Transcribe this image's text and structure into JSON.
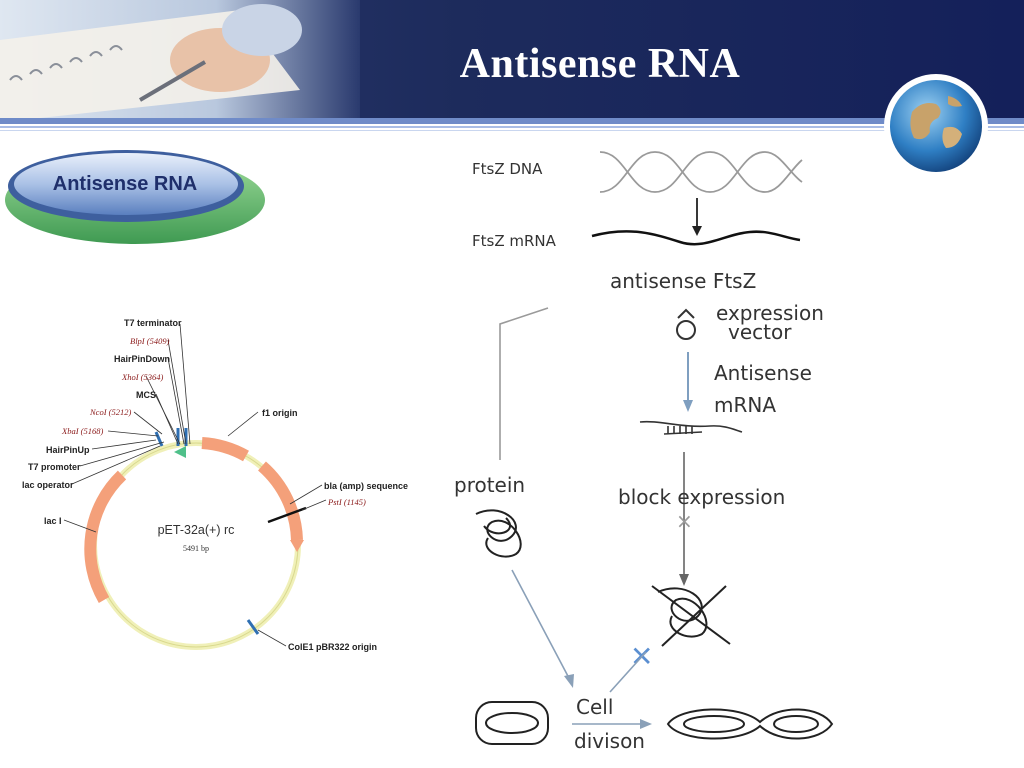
{
  "slide": {
    "title": "Antisense RNA",
    "badge_label": "Antisense RNA"
  },
  "plasmid": {
    "name": "pET-32a(+) rc",
    "size": "5491 bp",
    "labels": {
      "t7_terminator": "T7 terminator",
      "blpi": "BlpI (5409)",
      "hairpin_down": "HairPinDown",
      "xhoi": "XhoI (5364)",
      "mcs": "MCS",
      "ncoi": "NcoI (5212)",
      "xbai": "XbaI (5168)",
      "hairpin_up": "HairPinUp",
      "t7_promoter": "T7 promoter",
      "lac_operator": "lac operator",
      "laci": "lac I",
      "f1_origin": "f1 origin",
      "bla": "bla (amp) sequence",
      "psti": "PstI (1145)",
      "cole1": "ColE1 pBR322 origin"
    }
  },
  "pathway": {
    "ftsz_dna": "FtsZ DNA",
    "ftsz_mrna": "FtsZ mRNA",
    "antisense_ftsz": "antisense FtsZ",
    "expression": "expression",
    "vector": "vector",
    "antisense": "Antisense",
    "mrna": "mRNA",
    "protein": "protein",
    "block_expression": "block expression",
    "cell": "Cell",
    "division": "divison"
  }
}
